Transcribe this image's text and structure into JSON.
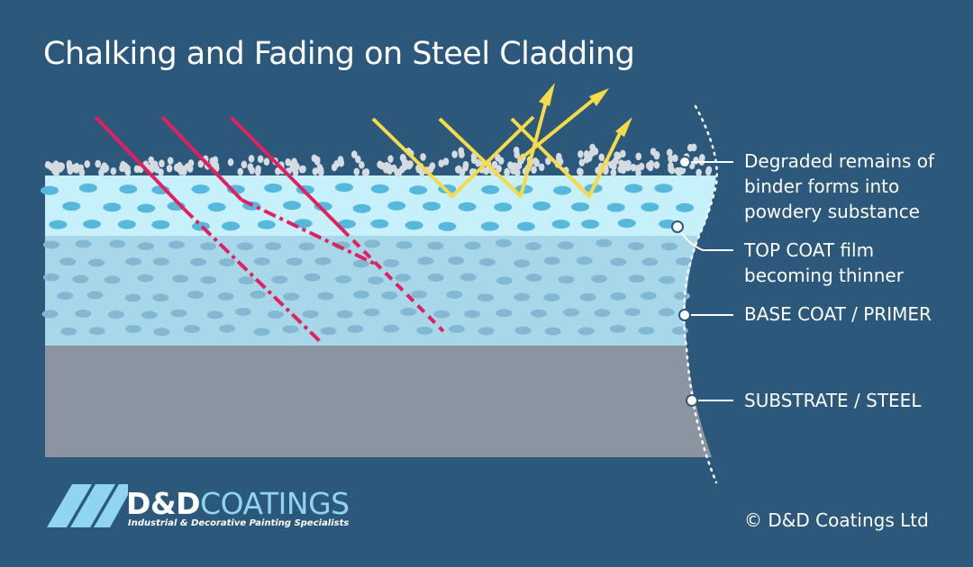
{
  "title": "Chalking and Fading on Steel Cladding",
  "labels": {
    "degraded": [
      "Degraded remains of",
      "binder forms into",
      "powdery substance"
    ],
    "top_coat": [
      "TOP COAT film",
      "becoming thinner"
    ],
    "base_coat": [
      "BASE COAT / PRIMER"
    ],
    "substrate": [
      "SUBSTRATE / STEEL"
    ]
  },
  "brand": {
    "name_bold": "D&D",
    "name_light": "COATINGS",
    "tagline": "Industrial & Decorative Painting Specialists"
  },
  "copyright": "© D&D Coatings Ltd",
  "colors": {
    "background": "#2c587c",
    "top_coat": "#c6f1fa",
    "base_coat": "#a9d7ea",
    "substrate": "#8b95a1",
    "uv_ray": "#e1215f",
    "visible_light": "#f6da47",
    "chalk": "#d4dbe1"
  }
}
